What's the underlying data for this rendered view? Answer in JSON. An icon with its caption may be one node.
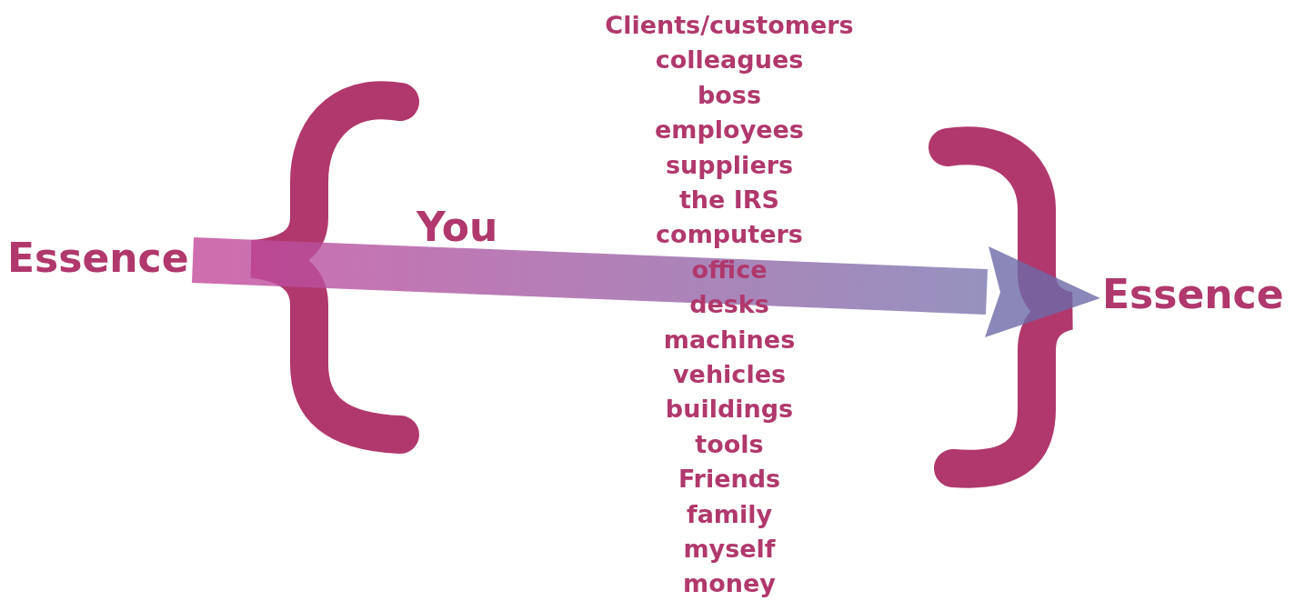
{
  "diagram": {
    "nodes": [
      {
        "text": [
          "Essence"
        ]
      },
      {
        "text": [
          "Essence"
        ]
      }
    ],
    "edges": [
      {
        "from": 0,
        "to": 1,
        "arrow": "to",
        "style": "thick"
      }
    ],
    "labels": [
      "You",
      "Clients/customers",
      "colleagues",
      "boss",
      "employees",
      "suppliers",
      "the IRS",
      "computers",
      "office",
      "desks",
      "machines",
      "vehicles",
      "buildings",
      "tools",
      "Friends",
      "family",
      "myself",
      "money"
    ]
  }
}
